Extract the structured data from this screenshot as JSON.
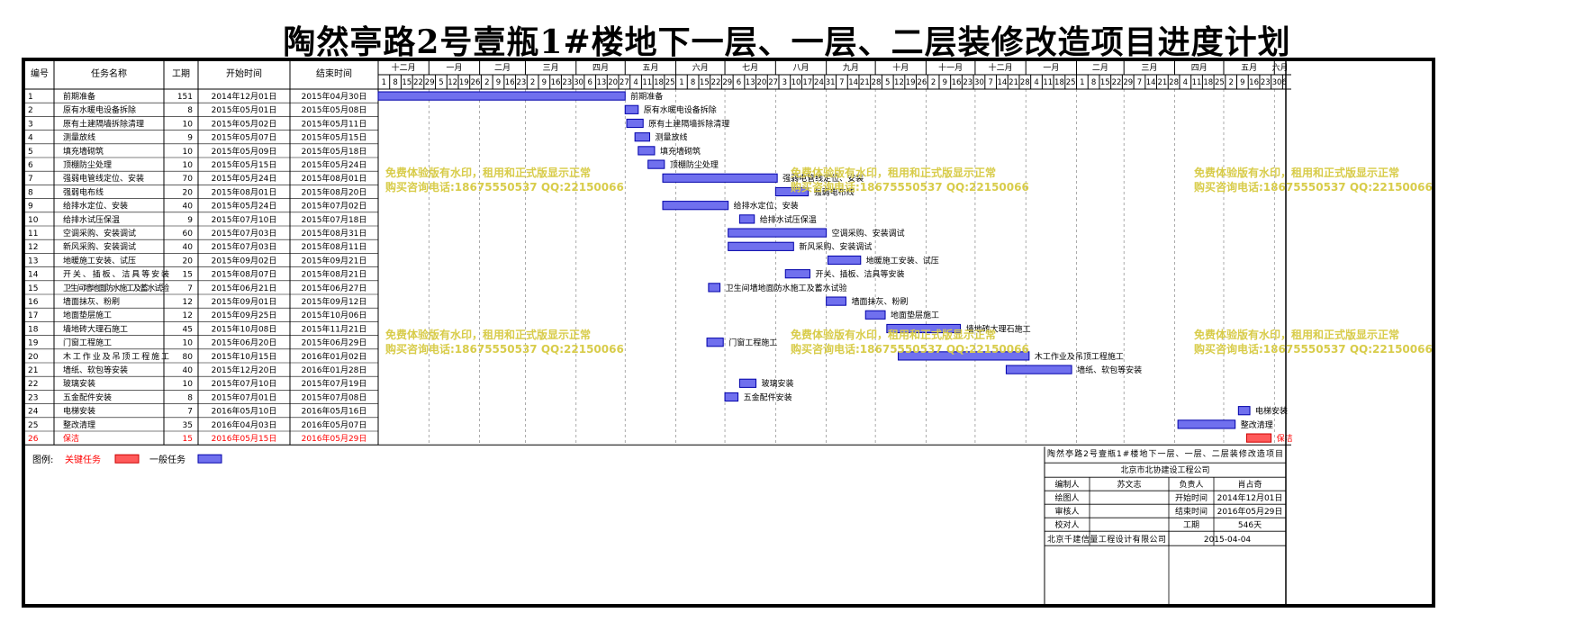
{
  "title": "陶然亭路2号壹瓶1#楼地下一层、一层、二层装修改造项目进度计划",
  "columns": [
    "编号",
    "任务名称",
    "工期",
    "开始时间",
    "结束时间"
  ],
  "months": [
    "十二月",
    "一月",
    "二月",
    "三月",
    "四月",
    "五月",
    "六月",
    "七月",
    "八月",
    "九月",
    "十月",
    "十一月",
    "十二月",
    "一月",
    "二月",
    "三月",
    "四月",
    "五月",
    "六月"
  ],
  "days": [
    "1",
    "8",
    "15",
    "22",
    "29",
    "5",
    "12",
    "19",
    "26",
    "2",
    "9",
    "16",
    "23",
    "2",
    "9",
    "16",
    "23",
    "30",
    "6",
    "13",
    "20",
    "27",
    "4",
    "11",
    "18",
    "25",
    "1",
    "8",
    "15",
    "22",
    "29",
    "6",
    "13",
    "20",
    "27",
    "3",
    "10",
    "17",
    "24",
    "31",
    "7",
    "14",
    "21",
    "28",
    "5",
    "12",
    "19",
    "26",
    "2",
    "9",
    "16",
    "23",
    "30",
    "7",
    "14",
    "21",
    "28",
    "4",
    "11",
    "18",
    "25",
    "1",
    "8",
    "15",
    "22",
    "29",
    "7",
    "14",
    "21",
    "28",
    "4",
    "11",
    "18",
    "25",
    "2",
    "9",
    "16",
    "23",
    "30",
    "6"
  ],
  "tasks": [
    {
      "id": "1",
      "name": "前期准备",
      "duration": "151",
      "start": "2014年12月01日",
      "end": "2015年04月30日",
      "label": "前期准备",
      "critical": false
    },
    {
      "id": "2",
      "name": "原有水暖电设备拆除",
      "duration": "8",
      "start": "2015年05月01日",
      "end": "2015年05月08日",
      "label": "原有水暖电设备拆除",
      "critical": false
    },
    {
      "id": "3",
      "name": "原有土建隔墙拆除清理",
      "duration": "10",
      "start": "2015年05月02日",
      "end": "2015年05月11日",
      "label": "原有土建隔墙拆除清理",
      "critical": false
    },
    {
      "id": "4",
      "name": "测量放线",
      "duration": "9",
      "start": "2015年05月07日",
      "end": "2015年05月15日",
      "label": "测量放线",
      "critical": false
    },
    {
      "id": "5",
      "name": "填充墙砌筑",
      "duration": "10",
      "start": "2015年05月09日",
      "end": "2015年05月18日",
      "label": "填充墙砌筑",
      "critical": false
    },
    {
      "id": "6",
      "name": "顶棚防尘处理",
      "duration": "10",
      "start": "2015年05月15日",
      "end": "2015年05月24日",
      "label": "顶棚防尘处理",
      "critical": false
    },
    {
      "id": "7",
      "name": "强弱电管线定位、安装",
      "duration": "70",
      "start": "2015年05月24日",
      "end": "2015年08月01日",
      "label": "强弱电管线定位、安装",
      "critical": false
    },
    {
      "id": "8",
      "name": "强弱电布线",
      "duration": "20",
      "start": "2015年08月01日",
      "end": "2015年08月20日",
      "label": "强弱电布线",
      "critical": false
    },
    {
      "id": "9",
      "name": "给排水定位、安装",
      "duration": "40",
      "start": "2015年05月24日",
      "end": "2015年07月02日",
      "label": "给排水定位、安装",
      "critical": false
    },
    {
      "id": "10",
      "name": "给排水试压保温",
      "duration": "9",
      "start": "2015年07月10日",
      "end": "2015年07月18日",
      "label": "给排水试压保温",
      "critical": false
    },
    {
      "id": "11",
      "name": "空调采购、安装调试",
      "duration": "60",
      "start": "2015年07月03日",
      "end": "2015年08月31日",
      "label": "空调采购、安装调试",
      "critical": false
    },
    {
      "id": "12",
      "name": "新风采购、安装调试",
      "duration": "40",
      "start": "2015年07月03日",
      "end": "2015年08月11日",
      "label": "新风采购、安装调试",
      "critical": false
    },
    {
      "id": "13",
      "name": "地暖施工安装、试压",
      "duration": "20",
      "start": "2015年09月02日",
      "end": "2015年09月21日",
      "label": "地暖施工安装、试压",
      "critical": false
    },
    {
      "id": "14",
      "name": "开关、插板、洁具等安装",
      "duration": "15",
      "start": "2015年08月07日",
      "end": "2015年08月21日",
      "label": "开关、插板、洁具等安装",
      "critical": false
    },
    {
      "id": "15",
      "name": "卫生间墙地面防水施工及蓄水试验",
      "duration": "7",
      "start": "2015年06月21日",
      "end": "2015年06月27日",
      "label": "卫生间墙地面防水施工及蓄水试验",
      "critical": false
    },
    {
      "id": "16",
      "name": "墙面抹灰、粉刷",
      "duration": "12",
      "start": "2015年09月01日",
      "end": "2015年09月12日",
      "label": "墙面抹灰、粉刷",
      "critical": false
    },
    {
      "id": "17",
      "name": "地面垫层施工",
      "duration": "12",
      "start": "2015年09月25日",
      "end": "2015年10月06日",
      "label": "地面垫层施工",
      "critical": false
    },
    {
      "id": "18",
      "name": "墙地砖大理石施工",
      "duration": "45",
      "start": "2015年10月08日",
      "end": "2015年11月21日",
      "label": "墙地砖大理石施工",
      "critical": false
    },
    {
      "id": "19",
      "name": "门窗工程施工",
      "duration": "10",
      "start": "2015年06月20日",
      "end": "2015年06月29日",
      "label": "门窗工程施工",
      "critical": false
    },
    {
      "id": "20",
      "name": "木工作业及吊顶工程施工",
      "duration": "80",
      "start": "2015年10月15日",
      "end": "2016年01月02日",
      "label": "木工作业及吊顶工程施工",
      "critical": false
    },
    {
      "id": "21",
      "name": "墙纸、软包等安装",
      "duration": "40",
      "start": "2015年12月20日",
      "end": "2016年01月28日",
      "label": "墙纸、软包等安装",
      "critical": false
    },
    {
      "id": "22",
      "name": "玻璃安装",
      "duration": "10",
      "start": "2015年07月10日",
      "end": "2015年07月19日",
      "label": "玻璃安装",
      "critical": false
    },
    {
      "id": "23",
      "name": "五金配件安装",
      "duration": "8",
      "start": "2015年07月01日",
      "end": "2015年07月08日",
      "label": "五金配件安装",
      "critical": false
    },
    {
      "id": "24",
      "name": "电梯安装",
      "duration": "7",
      "start": "2016年05月10日",
      "end": "2016年05月16日",
      "label": "电梯安装",
      "critical": false
    },
    {
      "id": "25",
      "name": "整改清理",
      "duration": "35",
      "start": "2016年04月03日",
      "end": "2016年05月07日",
      "label": "整改清理",
      "critical": false
    },
    {
      "id": "26",
      "name": "保洁",
      "duration": "15",
      "start": "2016年05月15日",
      "end": "2016年05月29日",
      "label": "保洁",
      "critical": true
    }
  ],
  "legend": {
    "label": "图例:",
    "critical": "关键任务",
    "normal": "一般任务"
  },
  "colors": {
    "normal_fill": "#7070ee",
    "normal_stroke": "#0000aa",
    "critical_fill": "#ff5a5a",
    "critical_stroke": "#cc0000",
    "critical_text": "#ff0000",
    "watermark": "#d8cc4a"
  },
  "watermark": {
    "line1": "免费体验版有水印，租用和正式版显示正常",
    "line2": "购买咨询电话:18675550537 QQ:22150066"
  },
  "titleblock": {
    "project": "陶然亭路2号壹瓶1#楼地下一层、一层、二层装修改造项目",
    "company": "北京市北协建设工程公司",
    "editor_label": "编制人",
    "editor": "苏文志",
    "owner_label": "负责人",
    "owner": "肖占奇",
    "drafter_label": "绘图人",
    "drafter": "",
    "start_label": "开始时间",
    "start": "2014年12月01日",
    "reviewer_label": "审核人",
    "reviewer": "",
    "end_label": "结束时间",
    "end": "2016年05月29日",
    "checker_label": "校对人",
    "checker": "",
    "duration_label": "工期",
    "duration": "546天",
    "design_company": "北京千建信量工程设计有限公司",
    "date": "2015-04-04"
  }
}
